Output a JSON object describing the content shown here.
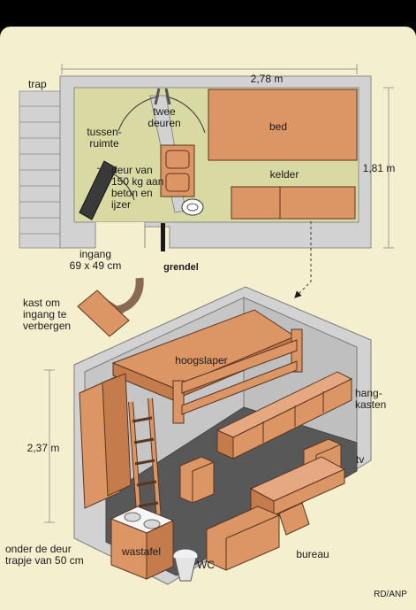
{
  "labels": {
    "trap": "trap",
    "width": "2,78 m",
    "depth": "1,81 m",
    "twee_deuren": "twee\ndeuren",
    "bed": "bed",
    "tussenruimte": "tussen-\nruimte",
    "deur_van": "deur van\n150 kg aan\nbeton en\nijzer",
    "kelder": "kelder",
    "ingang": "ingang\n69 x 49 cm",
    "grendel": "grendel",
    "kast": "kast om\ningang te\nverbergen",
    "hoogslaper": "hoogslaper",
    "hangkasten": "hang-\nkasten",
    "hoogte": "2,37 m",
    "tv": "tv",
    "onder_de_deur": "onder de deur\ntrapje van 50 cm",
    "wastafel": "wastafel",
    "wc": "WC",
    "bureau": "bureau",
    "credit": "RD/ANP"
  },
  "colors": {
    "panel": "#f4f0cf",
    "wall": "#d2d2d2",
    "floor_plan": "#d9d9a4",
    "furniture": "#dc9565",
    "furniture_stroke": "#5a3520",
    "dark_floor": "#585858",
    "door_dark": "#3a3a3a"
  }
}
